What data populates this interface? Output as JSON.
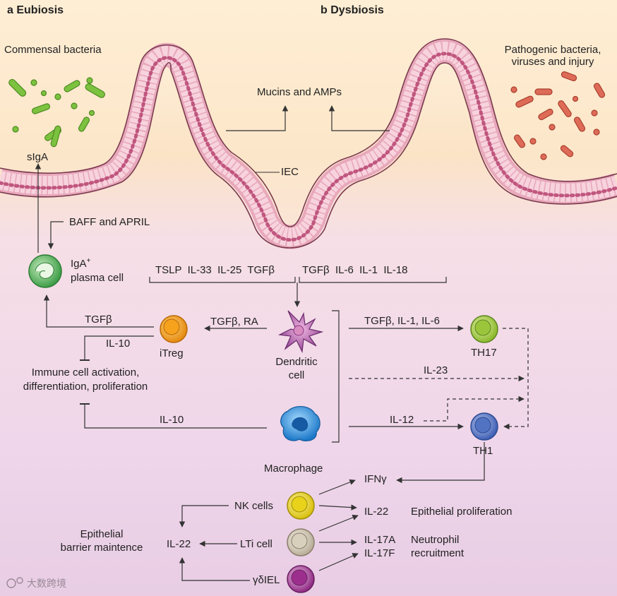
{
  "panels": {
    "a_letter": "a",
    "a_title": "Eubiosis",
    "b_letter": "b",
    "b_title": "Dysbiosis"
  },
  "lumen": {
    "commensal": "Commensal bacteria",
    "pathogenic_l1": "Pathogenic bacteria,",
    "pathogenic_l2": "viruses and injury",
    "mucins": "Mucins and AMPs",
    "siga": "sIgA",
    "iec": "IEC"
  },
  "signals": {
    "baff": "BAFF and APRIL",
    "left_group": "TSLP  IL-33  IL-25  TGFβ",
    "right_group": "TGFβ  IL-6  IL-1  IL-18",
    "tgfb_plasma": "TGFβ",
    "tgfb_ra": "TGFβ, RA",
    "il10_itreg": "IL-10",
    "il10_macrophage": "IL-10",
    "th17_cytokines": "TGFβ, IL-1, IL-6",
    "il23": "IL-23",
    "il12": "IL-12",
    "ifng": "IFNγ",
    "il22_top": "IL-22",
    "il17a": "IL-17A",
    "il17f": "IL-17F",
    "il22_left": "IL-22"
  },
  "cells": {
    "iga_l1": "IgA",
    "iga_sup": "+",
    "iga_l2": "plasma cell",
    "itreg": "iTreg",
    "dendritic_l1": "Dendritic",
    "dendritic_l2": "cell",
    "macrophage": "Macrophage",
    "th17": "TH17",
    "th1": "TH1",
    "nk": "NK cells",
    "lti": "LTi cell",
    "gdiel": "γδIEL"
  },
  "outcomes": {
    "immune_l1": "Immune cell activation,",
    "immune_l2": "differentiation, proliferation",
    "epi_prolif": "Epithelial proliferation",
    "neutro_l1": "Neutrophil",
    "neutro_l2": "recruitment",
    "barrier_l1": "Epithelial",
    "barrier_l2": "barrier maintence"
  },
  "watermark": "大数跨境",
  "colors": {
    "commensal_green": "#7cc23f",
    "pathogen_red": "#d9604d",
    "epithelium_pink": "#f0b9c8",
    "nucleus": "#c0567e",
    "plasma_green": "#4caf50",
    "itreg_orange": "#f29a1f",
    "dendritic_purple": "#a44e9f",
    "macrophage_blue": "#2e8ed8",
    "th17_green": "#9bc63b",
    "th1_blue": "#5272c2",
    "nk_yellow": "#e8d21a",
    "lti_beige": "#d9cfbd",
    "gdiel_purple": "#9c2f8e"
  }
}
